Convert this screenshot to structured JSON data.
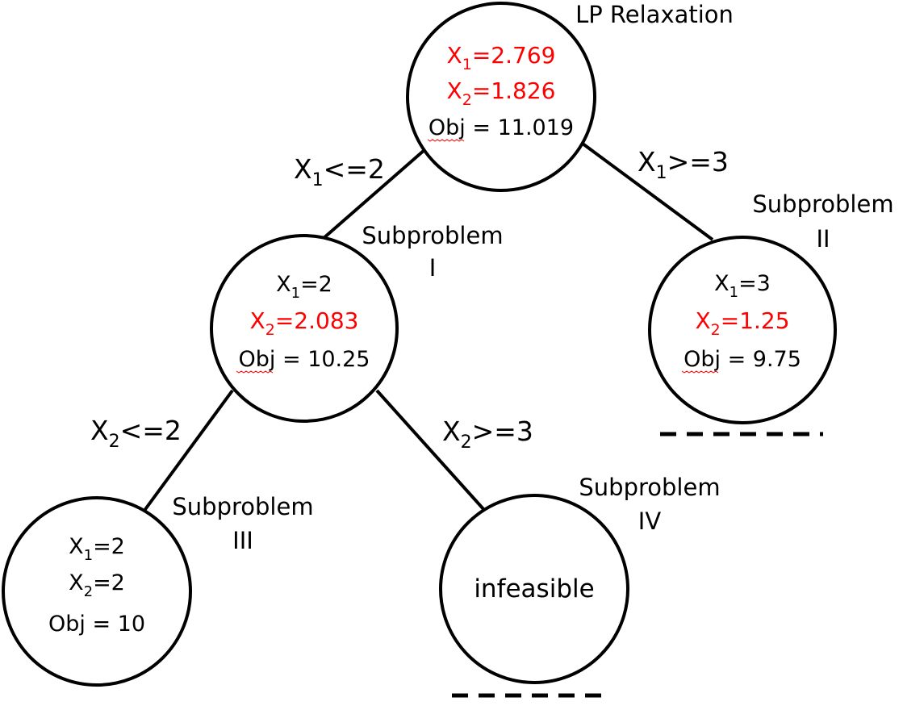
{
  "colors": {
    "fractional": "#ff0000",
    "integer": "#000000"
  },
  "nodes": {
    "root": {
      "title": "LP Relaxation",
      "x1": {
        "var": "X",
        "sub": "1",
        "rest": "=2.769",
        "fractional": true
      },
      "x2": {
        "var": "X",
        "sub": "2",
        "rest": "=1.826",
        "fractional": true
      },
      "obj": {
        "word": "Obj",
        "rest": " = 11.019"
      }
    },
    "sub1": {
      "title": "Subproblem",
      "numeral": "I",
      "x1": {
        "var": "X",
        "sub": "1",
        "rest": "=2",
        "fractional": false
      },
      "x2": {
        "var": "X",
        "sub": "2",
        "rest": "=2.083",
        "fractional": true
      },
      "obj": {
        "word": "Obj",
        "rest": " = 10.25"
      }
    },
    "sub2": {
      "title": "Subproblem",
      "numeral": "II",
      "x1": {
        "var": "X",
        "sub": "1",
        "rest": "=3",
        "fractional": false
      },
      "x2": {
        "var": "X",
        "sub": "2",
        "rest": "=1.25",
        "fractional": true
      },
      "obj": {
        "word": "Obj",
        "rest": " = 9.75"
      }
    },
    "sub3": {
      "title": "Subproblem",
      "numeral": "III",
      "x1": {
        "var": "X",
        "sub": "1",
        "rest": "=2",
        "fractional": false
      },
      "x2": {
        "var": "X",
        "sub": "2",
        "rest": "=2",
        "fractional": false
      },
      "obj": {
        "word": "Obj",
        "rest": " = 10"
      }
    },
    "sub4": {
      "title": "Subproblem",
      "numeral": "IV",
      "status": "infeasible"
    }
  },
  "edges": {
    "root_sub1": {
      "var": "X",
      "sub": "1",
      "rest": "<=2"
    },
    "root_sub2": {
      "var": "X",
      "sub": "1",
      "rest": ">=3"
    },
    "sub1_sub3": {
      "var": "X",
      "sub": "2",
      "rest": "<=2"
    },
    "sub1_sub4": {
      "var": "X",
      "sub": "2",
      "rest": ">=3"
    }
  }
}
